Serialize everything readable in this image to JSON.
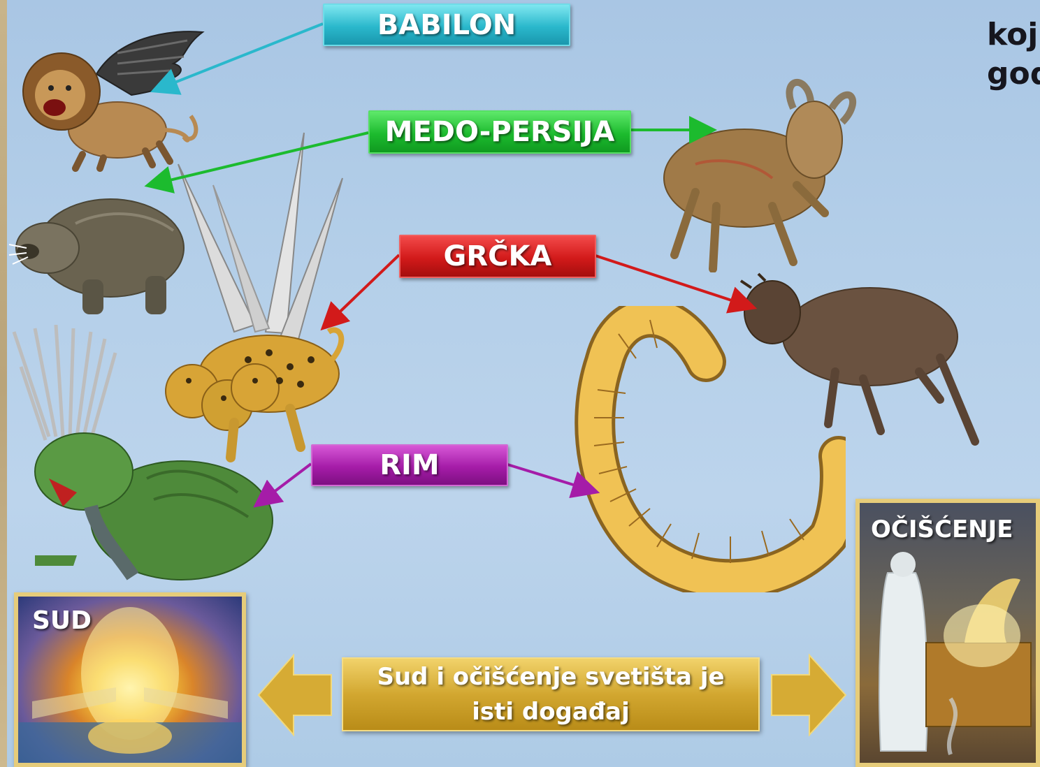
{
  "labels": {
    "babilon": "BABILON",
    "medo_persija": "MEDO-PERSIJA",
    "grcka": "GRČKA",
    "rim": "RIM"
  },
  "top_right_text": [
    "koj",
    "god"
  ],
  "sud": {
    "title": "SUD"
  },
  "ociscenje": {
    "title": "OČIŠĆENJE"
  },
  "central_statement": "Sud i očišćenje svetišta je isti događaj",
  "colors": {
    "babilon": "#2ab8cc",
    "medo_persija": "#1cbb2e",
    "grcka": "#d21a1a",
    "rim": "#a51ca8",
    "gold": "#d2a730",
    "frame": "#e6cc7a"
  },
  "icons": {
    "lion": "winged-lion-icon",
    "bear": "bear-icon",
    "leopard": "four-headed-leopard-icon",
    "dragon": "ten-horned-beast-icon",
    "ram": "ram-icon",
    "goat": "goat-icon",
    "horn": "little-horn-icon"
  }
}
